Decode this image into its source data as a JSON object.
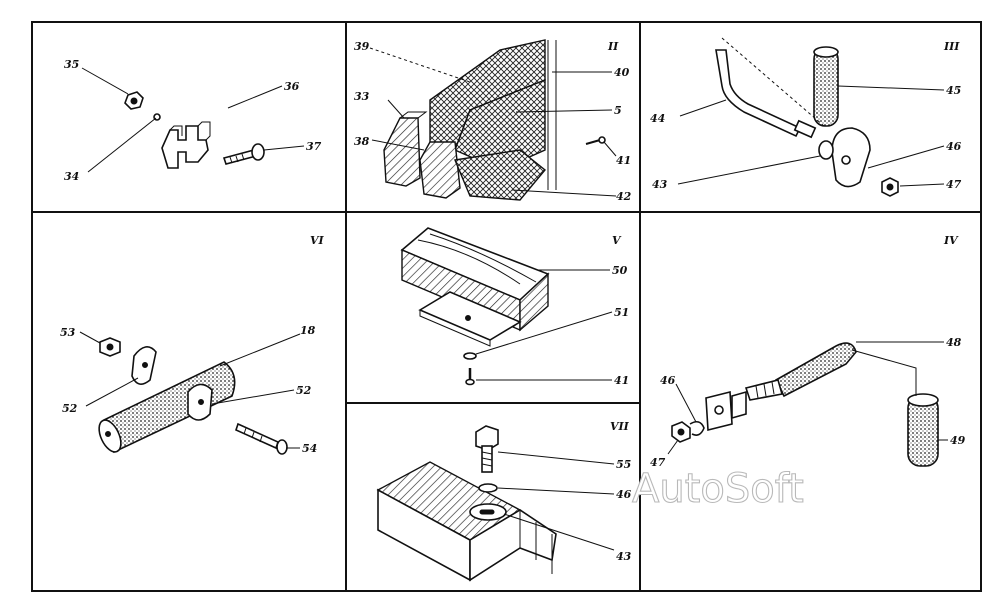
{
  "panels": {
    "I": {
      "numeral": "",
      "labels": [
        "35",
        "36",
        "34",
        "37"
      ]
    },
    "II": {
      "numeral": "II",
      "labels": [
        "39",
        "40",
        "33",
        "5",
        "38",
        "41",
        "42"
      ]
    },
    "III": {
      "numeral": "III",
      "labels": [
        "45",
        "44",
        "46",
        "43",
        "47"
      ]
    },
    "VI": {
      "numeral": "VI",
      "labels": [
        "53",
        "18",
        "52",
        "52",
        "54"
      ]
    },
    "V": {
      "numeral": "V",
      "labels": [
        "50",
        "51",
        "41"
      ]
    },
    "VII": {
      "numeral": "VII",
      "labels": [
        "55",
        "46",
        "43"
      ]
    },
    "IV": {
      "numeral": "IV",
      "labels": [
        "48",
        "46",
        "47",
        "49"
      ]
    }
  },
  "watermark": "AutoSoft"
}
